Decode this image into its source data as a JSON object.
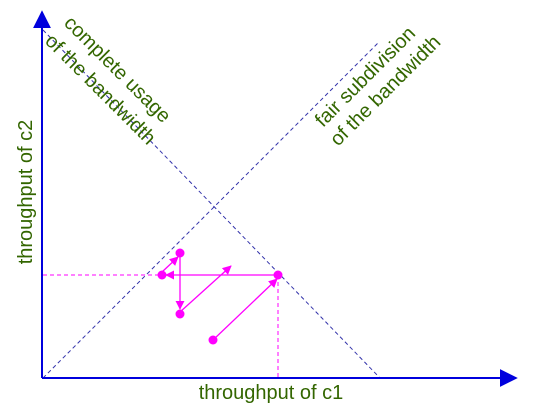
{
  "labels": {
    "x_axis": "throughput of c1",
    "y_axis": "throughput of c2",
    "complete_usage_line1": "complete usage",
    "complete_usage_line2": "of the bandwidth",
    "fair_line1": "fair subdivision",
    "fair_line2": "of the bandwidth"
  },
  "colors": {
    "axis": "#0000dd",
    "guide_lines": "#3333aa",
    "trajectory": "#ff00ff",
    "label_text": "#336600",
    "background": "#ffffff"
  }
}
